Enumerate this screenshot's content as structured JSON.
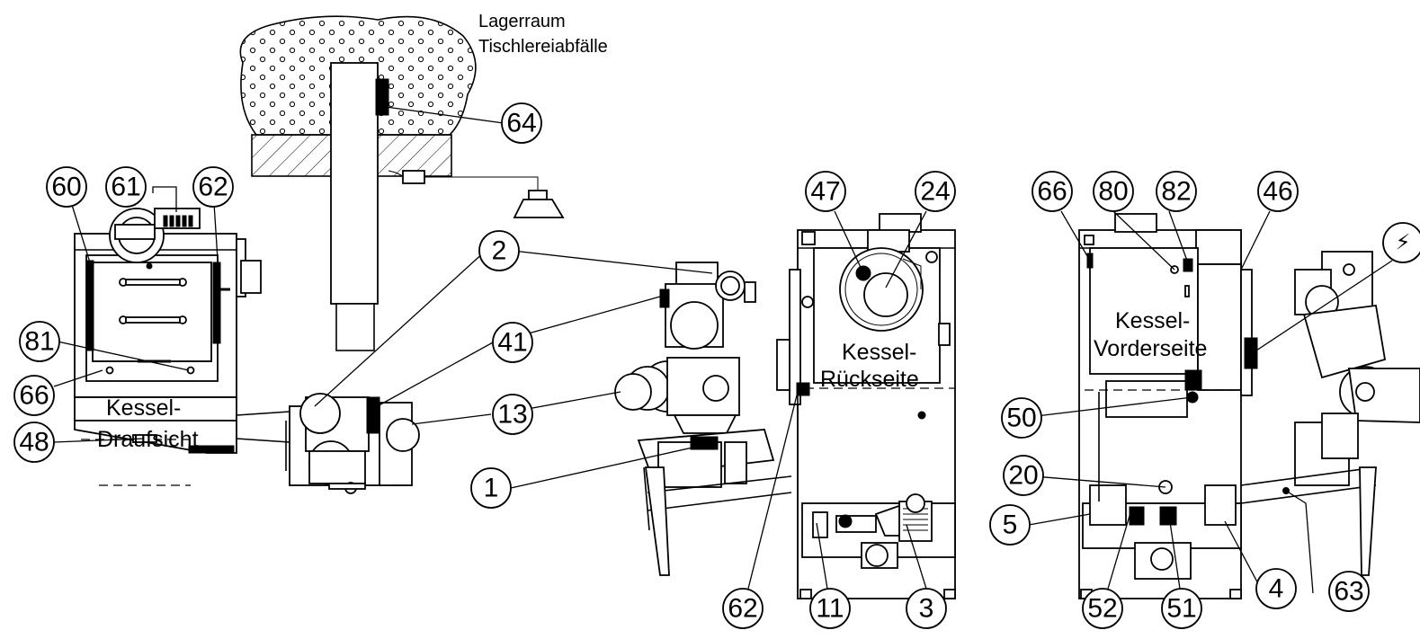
{
  "labels": {
    "storage_line1": "Lagerraum",
    "storage_line2": "Tischlereiabfälle",
    "top_line1": "Kessel-",
    "top_line2": "Draufsicht",
    "rear_line1": "Kessel-",
    "rear_line2": "Rückseite",
    "front_line1": "Kessel-",
    "front_line2": "Vorderseite"
  },
  "callouts": {
    "c60": "60",
    "c61": "61",
    "c62a": "62",
    "c81": "81",
    "c66a": "66",
    "c48": "48",
    "c64": "64",
    "c2": "2",
    "c41": "41",
    "c13": "13",
    "c1": "1",
    "c47": "47",
    "c24": "24",
    "c62b": "62",
    "c11": "11",
    "c3": "3",
    "c66b": "66",
    "c80": "80",
    "c82": "82",
    "c46": "46",
    "c50": "50",
    "c20": "20",
    "c5": "5",
    "c52": "52",
    "c51": "51",
    "c4": "4",
    "c63": "63"
  },
  "symbols": {
    "electrical": "⚡"
  }
}
